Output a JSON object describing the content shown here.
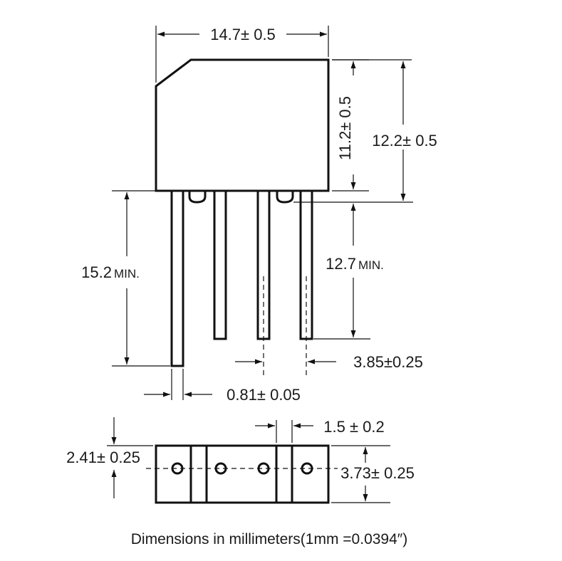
{
  "dimensions": {
    "body_width": "14.7± 0.5",
    "body_height_inner": "11.2± 0.5",
    "body_height_outer": "12.2± 0.5",
    "lead_length_left_value": "15.2",
    "lead_length_left_unit": "MIN.",
    "lead_length_right_value": "12.7",
    "lead_length_right_unit": "MIN.",
    "lead_pitch": "3.85±0.25",
    "lead_width": "0.81± 0.05",
    "bottom_gap": "1.5 ± 0.2",
    "bottom_offset": "2.41± 0.25",
    "bottom_height": "3.73± 0.25"
  },
  "caption": "Dimensions in millimeters(1mm =0.0394″)"
}
